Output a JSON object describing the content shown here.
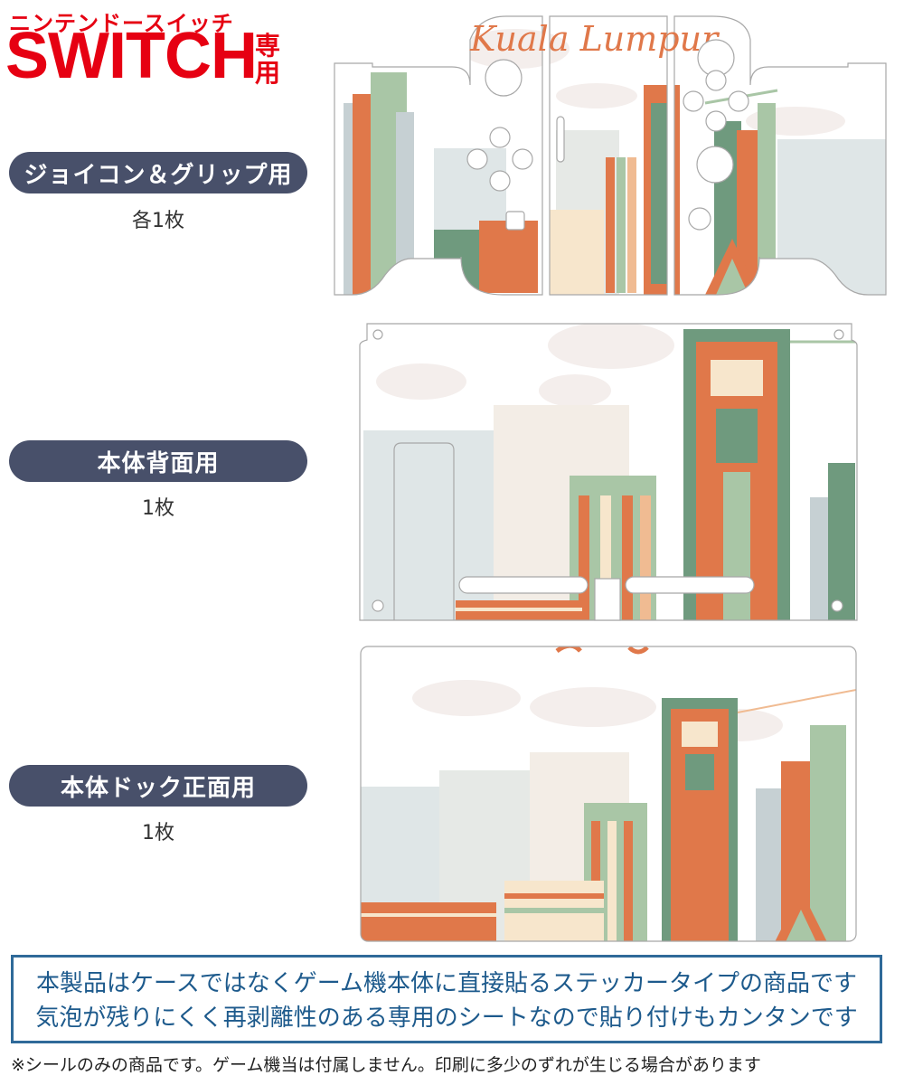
{
  "header": {
    "kana_title": "ニンテンドースイッチ",
    "switch_label": "SWITCH",
    "senyou_label": "専用"
  },
  "sections": [
    {
      "label": "ジョイコン＆グリップ用",
      "count": "各1枚"
    },
    {
      "label": "本体背面用",
      "count": "1枚"
    },
    {
      "label": "本体ドック正面用",
      "count": "1枚"
    }
  ],
  "artwork": {
    "city_script": "Kuala Lumpur",
    "colors": {
      "orange": "#e0784a",
      "green": "#6f9a7e",
      "sage": "#a9c6a6",
      "grey": "#c6d0d3",
      "cream": "#f7e6cc",
      "peach": "#f0bb92",
      "cloud": "#f4eeec",
      "outline": "#a8a8a8"
    }
  },
  "notice": {
    "line1": "本製品はケースではなくゲーム機本体に直接貼るステッカータイプの商品です",
    "line2": "気泡が残りにくく再剥離性のある専用のシートなので貼り付けもカンタンです"
  },
  "footnote": "※シールのみの商品です。ゲーム機当は付属しません。印刷に多少のずれが生じる場合があります"
}
